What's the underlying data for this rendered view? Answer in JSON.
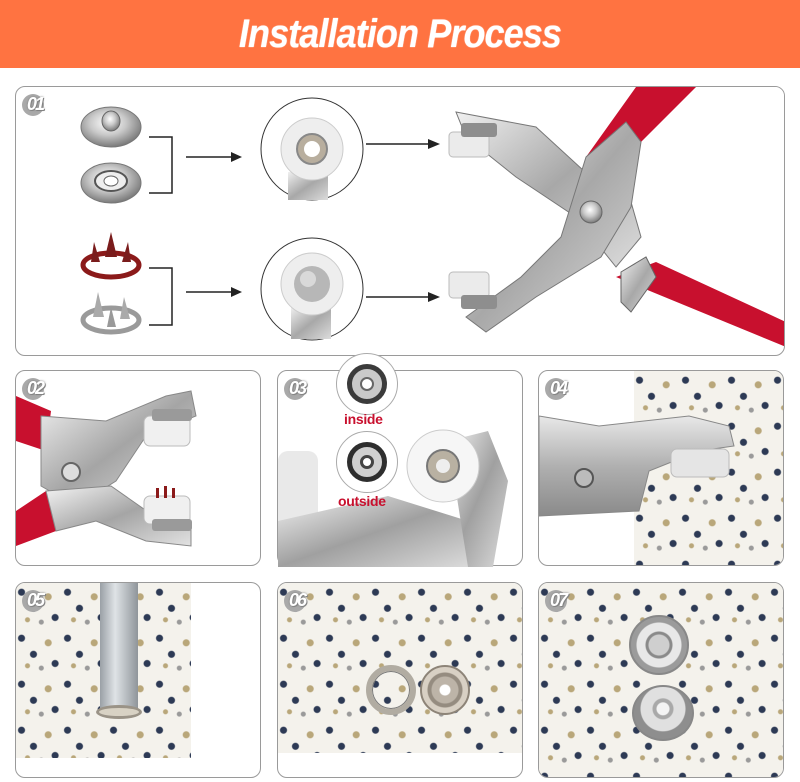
{
  "header": {
    "title": "Installation Process",
    "color": "#ff7341"
  },
  "steps": [
    {
      "number": "01",
      "parts": [
        "socket-cap",
        "socket-ring",
        "prong-ring-red",
        "prong-ring-silver"
      ],
      "dies": [
        "flat-die-hole",
        "concave-die"
      ]
    },
    {
      "number": "02"
    },
    {
      "number": "03",
      "labels": {
        "inside": "inside",
        "outside": "outside"
      }
    },
    {
      "number": "04"
    },
    {
      "number": "05"
    },
    {
      "number": "06"
    },
    {
      "number": "07"
    }
  ],
  "colors": {
    "handle_red": "#c8102e",
    "label_red": "#c8102e",
    "border": "#9a9a9a"
  }
}
